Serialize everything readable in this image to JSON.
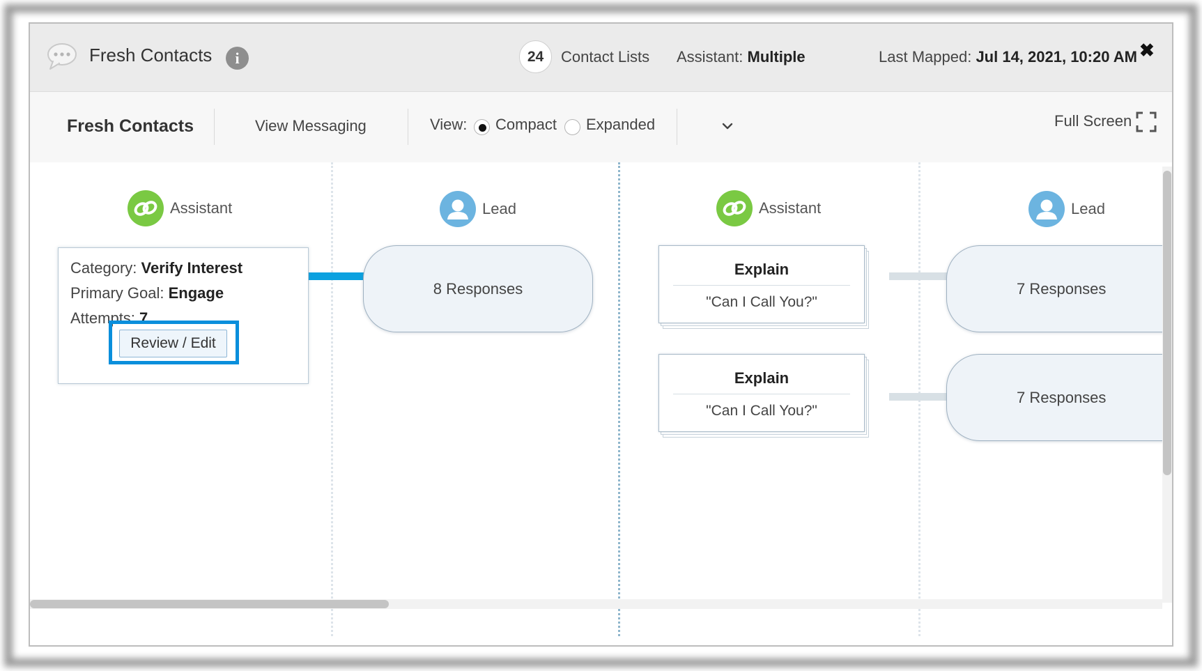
{
  "titlebar": {
    "title": "Fresh Contacts",
    "contact_count": "24",
    "contact_lists_label": "Contact Lists",
    "assistant_label": "Assistant:",
    "assistant_value": "Multiple",
    "last_mapped_label": "Last Mapped:",
    "last_mapped_value": "Jul 14, 2021, 10:20 AM",
    "close_glyph": "✖",
    "info_glyph": "i"
  },
  "toolbar": {
    "title": "Fresh Contacts",
    "view_messaging": "View Messaging",
    "view_label": "View:",
    "view_options": [
      {
        "label": "Compact",
        "checked": true
      },
      {
        "label": "Expanded",
        "checked": false
      }
    ],
    "full_screen": "Full Screen"
  },
  "columns": [
    {
      "role": "Assistant",
      "icon": "assistant-link-icon"
    },
    {
      "role": "Lead",
      "icon": "lead-user-icon"
    },
    {
      "role": "Assistant",
      "icon": "assistant-link-icon"
    },
    {
      "role": "Lead",
      "icon": "lead-user-icon"
    }
  ],
  "message_card": {
    "category_label": "Category:",
    "category_value": "Verify Interest",
    "goal_label": "Primary Goal:",
    "goal_value": "Engage",
    "attempts_label": "Attempts:",
    "attempts_value": "7",
    "review_button": "Review / Edit"
  },
  "lead_responses": {
    "label": "8 Responses"
  },
  "branches": [
    {
      "title": "Explain",
      "quote": "\"Can I Call You?\"",
      "responses": "7 Responses"
    },
    {
      "title": "Explain",
      "quote": "\"Can I Call You?\"",
      "responses": "7 Responses"
    }
  ],
  "colors": {
    "accent_blue": "#0ba1e0",
    "assistant_green": "#7ac943",
    "lead_blue": "#6cb4e0",
    "highlight_blue": "#0a8fdc"
  }
}
